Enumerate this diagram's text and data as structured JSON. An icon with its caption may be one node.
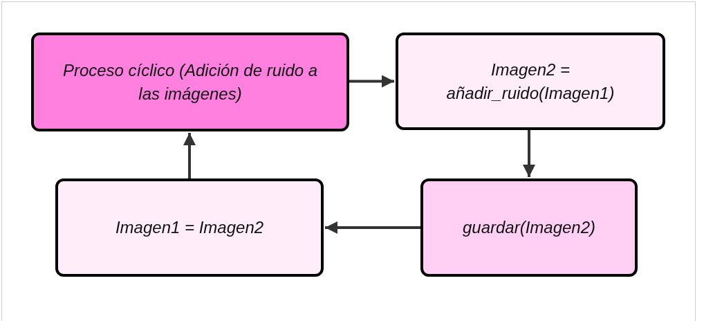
{
  "diagram": {
    "nodes": [
      {
        "text": [
          "Proceso cíclico (Adición de ruido a las imágenes)"
        ]
      },
      {
        "text": [
          "Imagen2 = añadir_ruido(Imagen1)"
        ]
      },
      {
        "text": [
          "guardar(Imagen2)"
        ]
      },
      {
        "text": [
          "Imagen1 = Imagen2"
        ]
      }
    ],
    "edges": [
      {
        "from": 0,
        "to": 1,
        "arrow": "to"
      },
      {
        "from": 1,
        "to": 2,
        "arrow": "to"
      },
      {
        "from": 2,
        "to": 3,
        "arrow": "to"
      },
      {
        "from": 3,
        "to": 0,
        "arrow": "to"
      }
    ]
  }
}
